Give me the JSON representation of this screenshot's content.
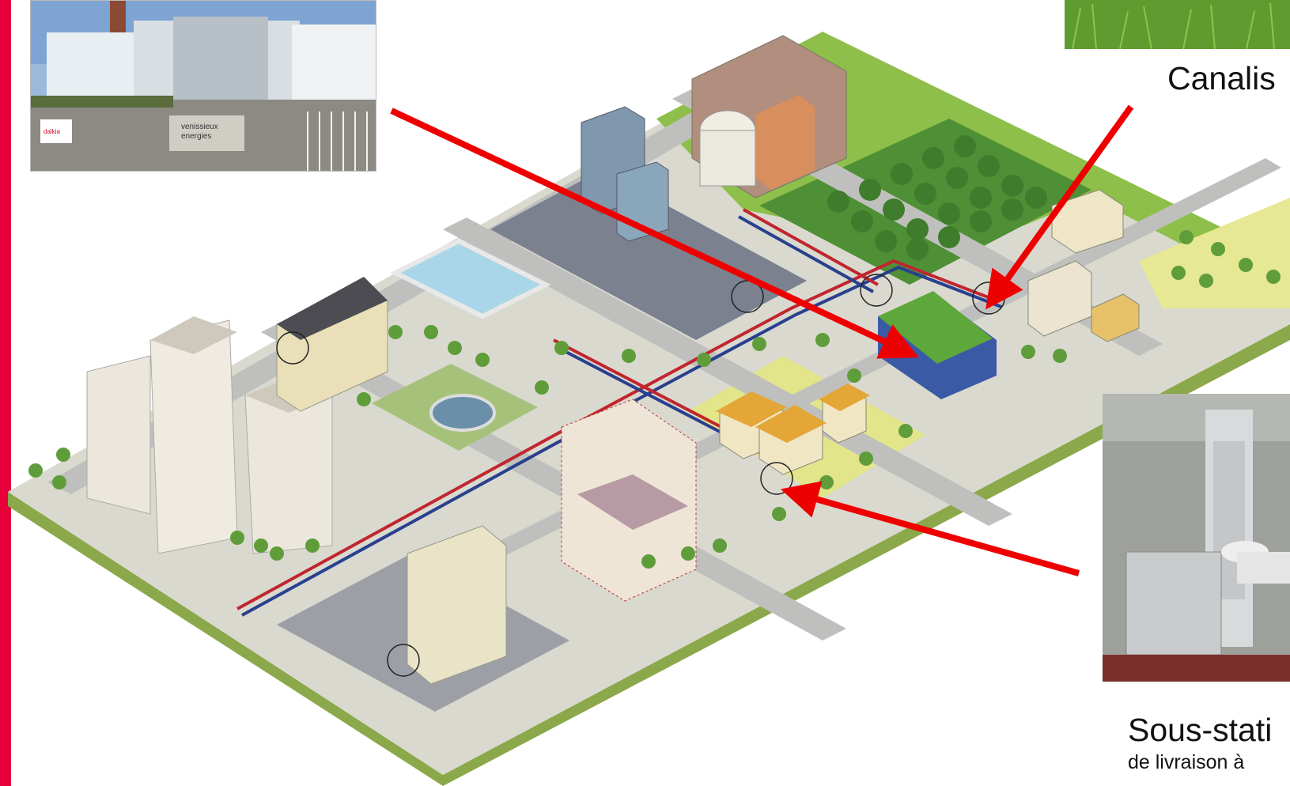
{
  "colors": {
    "accent_bar": "#e8003c",
    "arrow": "#ee0000",
    "pipe_hot": "#c0262e",
    "pipe_cold": "#28408e"
  },
  "photos": {
    "plant": {
      "sign_text": "venissieux\nenergies",
      "logo_text": "dalkia"
    }
  },
  "labels": {
    "canalisation": "Canalis",
    "sous_station": "Sous-stati",
    "sous_station_sub": "de livraison à"
  },
  "arrows": [
    {
      "name": "plant-arrow",
      "from": "plant-photo",
      "to": "heating-plant"
    },
    {
      "name": "pipe-arrow",
      "from": "canalisation-label",
      "to": "pipe-junction"
    },
    {
      "name": "substation-arrow",
      "from": "substation-photo",
      "to": "house-substation"
    }
  ]
}
